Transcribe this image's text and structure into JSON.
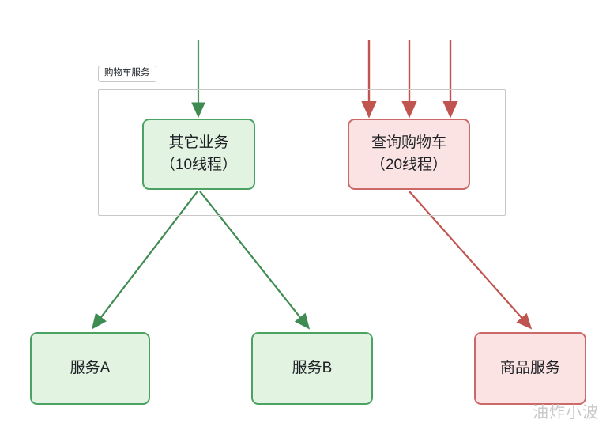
{
  "diagram": {
    "title_group": "购物车服务",
    "watermark": "油炸小波",
    "colors": {
      "green_fill": "#e2f3e2",
      "green_stroke": "#4ca263",
      "red_fill": "#fbe3e3",
      "red_stroke": "#cb6868",
      "group_stroke": "#c8c8c8",
      "text": "#1d2125",
      "watermark": "#c9c9c9"
    },
    "nodes": {
      "other_business": {
        "line1": "其它业务",
        "line2": "（10线程）",
        "type": "green"
      },
      "query_cart": {
        "line1": "查询购物车",
        "line2": "（20线程）",
        "type": "red"
      },
      "service_a": {
        "line1": "服务A",
        "type": "green"
      },
      "service_b": {
        "line1": "服务B",
        "type": "green"
      },
      "goods_service": {
        "line1": "商品服务",
        "type": "red"
      }
    },
    "edges": [
      {
        "name": "inbound-other-business",
        "color": "green",
        "count": 1
      },
      {
        "name": "inbound-query-cart",
        "color": "red",
        "count": 3
      },
      {
        "name": "other-business-to-service-a",
        "color": "green"
      },
      {
        "name": "other-business-to-service-b",
        "color": "green"
      },
      {
        "name": "query-cart-to-goods-service",
        "color": "red"
      }
    ]
  }
}
